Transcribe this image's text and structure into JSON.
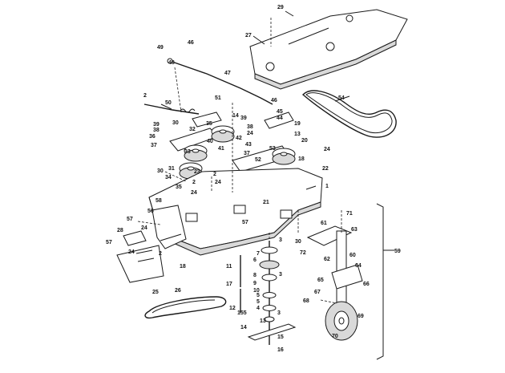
{
  "diagram": {
    "callouts": [
      "29",
      "27",
      "49",
      "46",
      "48",
      "47",
      "54",
      "2",
      "50",
      "51",
      "46",
      "45",
      "14",
      "44",
      "30",
      "39",
      "38",
      "32",
      "36",
      "39",
      "38",
      "19",
      "35",
      "40",
      "42",
      "13",
      "24",
      "37",
      "43",
      "20",
      "33",
      "41",
      "37",
      "53",
      "24",
      "31",
      "23",
      "18",
      "22",
      "30",
      "34",
      "2",
      "52",
      "24",
      "35",
      "2",
      "24",
      "1",
      "21",
      "58",
      "57",
      "57",
      "56",
      "24",
      "28",
      "71",
      "61",
      "63",
      "57",
      "30",
      "72",
      "62",
      "24",
      "18",
      "60",
      "7",
      "6",
      "59",
      "8",
      "64",
      "11",
      "17",
      "65",
      "66",
      "9",
      "10",
      "67",
      "4",
      "68",
      "5",
      "12",
      "155",
      "69",
      "13",
      "70",
      "14",
      "16",
      "15",
      "3",
      "25",
      "26",
      "3",
      "5",
      "3",
      "2"
    ]
  }
}
